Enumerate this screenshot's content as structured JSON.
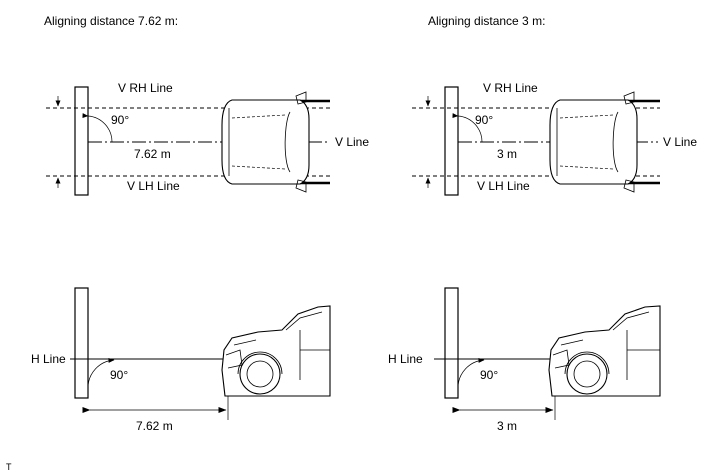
{
  "panels": {
    "left": {
      "title": "Aligning distance 7.62 m:",
      "v_rh_line": "V RH Line",
      "v_lh_line": "V LH Line",
      "v_line": "V Line",
      "angle_top": "90°",
      "distance_top": "7.62 m",
      "h_line": "H Line",
      "angle_bottom": "90°",
      "distance_bottom": "7.62 m"
    },
    "right": {
      "title": "Aligning distance 3 m:",
      "v_rh_line": "V RH Line",
      "v_lh_line": "V LH Line",
      "v_line": "V Line",
      "angle_top": "90°",
      "distance_top": "3 m",
      "h_line": "H Line",
      "angle_bottom": "90°",
      "distance_bottom": "3 m"
    }
  },
  "corner_mark": "T"
}
